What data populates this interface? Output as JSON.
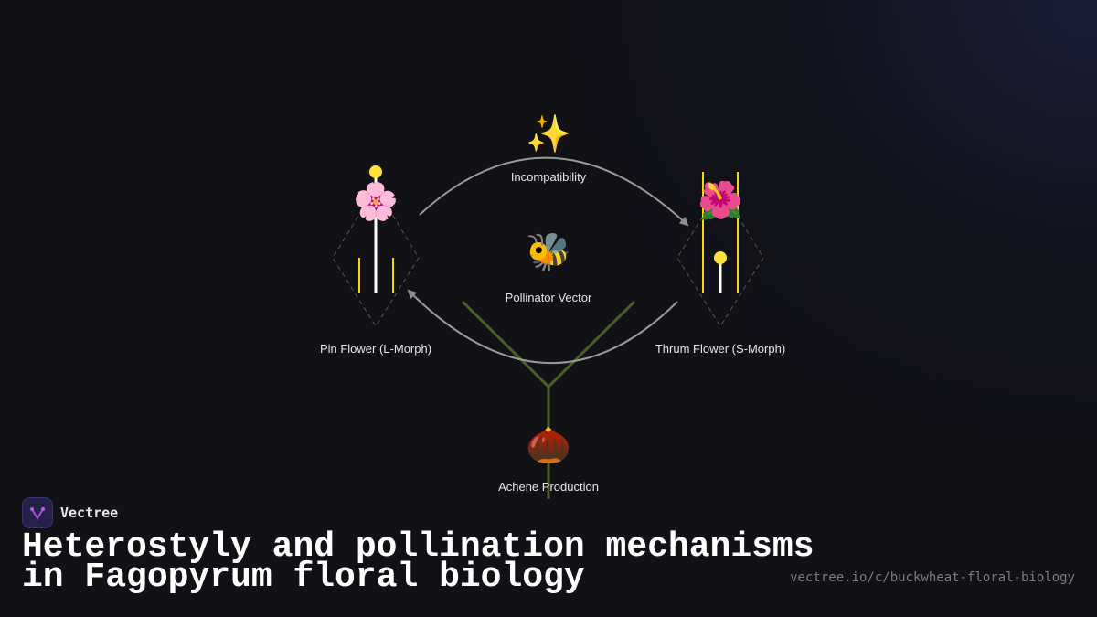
{
  "diagram": {
    "nodes": {
      "pin": {
        "label": "Pin Flower (L-Morph)",
        "icon": "cherry-blossom-icon",
        "glyph": "🌸"
      },
      "thrum": {
        "label": "Thrum Flower (S-Morph)",
        "icon": "hibiscus-icon",
        "glyph": "🌺"
      },
      "incompat": {
        "label": "Incompatibility",
        "icon": "sparkles-icon",
        "glyph": "✨"
      },
      "pollinator": {
        "label": "Pollinator Vector",
        "icon": "bee-icon",
        "glyph": "🐝"
      },
      "achene": {
        "label": "Achene Production",
        "icon": "chestnut-icon",
        "glyph": "🌰"
      }
    },
    "edges": [
      {
        "from": "pin",
        "to": "thrum",
        "via": "Incompatibility",
        "style": "arc-top"
      },
      {
        "from": "thrum",
        "to": "pin",
        "style": "arc-bottom"
      }
    ],
    "colors": {
      "background": "#111116",
      "arrow": "#9a9a9a",
      "stamen": "#f5d90a",
      "style_white": "#ffffff",
      "stigma": "#fde23a",
      "branch": "#4a5e25",
      "outline_dashed": "#555555"
    }
  },
  "footer": {
    "brand_name": "Vectree",
    "title_line1": "Heterostyly and pollination mechanisms",
    "title_line2": "in Fagopyrum floral biology",
    "url": "vectree.io/c/buckwheat-floral-biology"
  }
}
